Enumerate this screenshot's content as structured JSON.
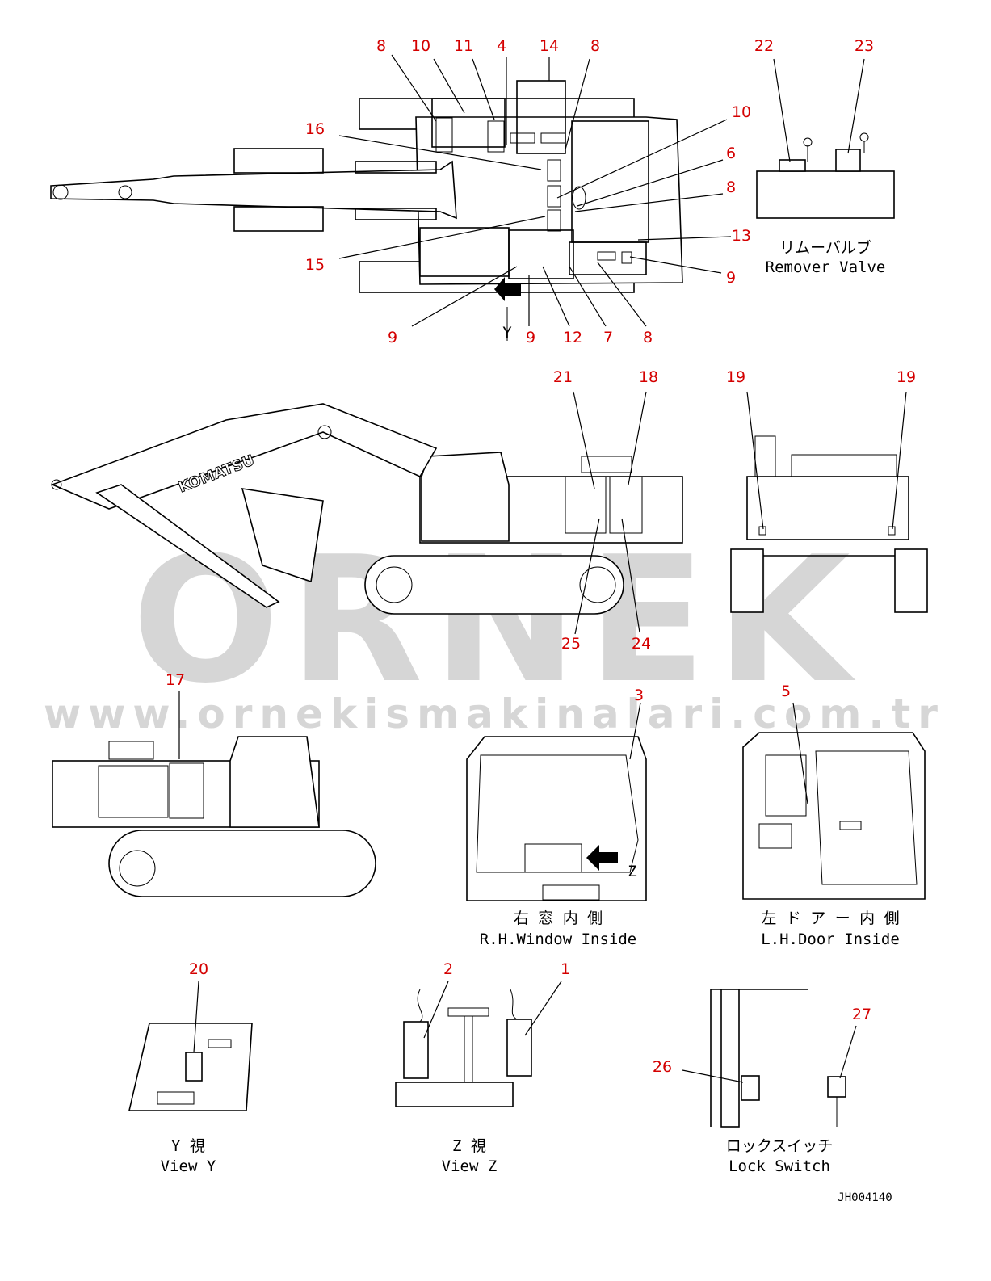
{
  "watermark": {
    "brand": "ORNEK",
    "website": "www.ornekismakinalari.com.tr"
  },
  "views": {
    "top_view": {
      "letter_y": "Y"
    },
    "remover_valve": {
      "caption_jp": "リムーバルブ",
      "caption_en": "Remover Valve"
    },
    "side_view": {
      "boom_logo": "KOMATSU"
    },
    "rh_window": {
      "caption_jp": "右 窓 内 側",
      "caption_en": "R.H.Window Inside",
      "letter_z": "Z"
    },
    "lh_door": {
      "caption_jp": "左 ド ア ー 内 側",
      "caption_en": "L.H.Door Inside"
    },
    "view_y": {
      "caption_jp": "Y 視",
      "caption_en": "View Y"
    },
    "view_z": {
      "caption_jp": "Z 視",
      "caption_en": "View Z"
    },
    "lock_switch": {
      "caption_jp": "ロックスイッチ",
      "caption_en": "Lock Switch"
    }
  },
  "callouts": [
    "1",
    "2",
    "3",
    "4",
    "5",
    "6",
    "7",
    "8",
    "9",
    "10",
    "11",
    "12",
    "13",
    "14",
    "15",
    "16",
    "17",
    "18",
    "19",
    "20",
    "21",
    "22",
    "23",
    "24",
    "25",
    "26",
    "27"
  ],
  "drawing_code": "JH004140",
  "colors": {
    "callout": "#d40000",
    "watermark": "#d6d6d6",
    "line": "#000000"
  }
}
